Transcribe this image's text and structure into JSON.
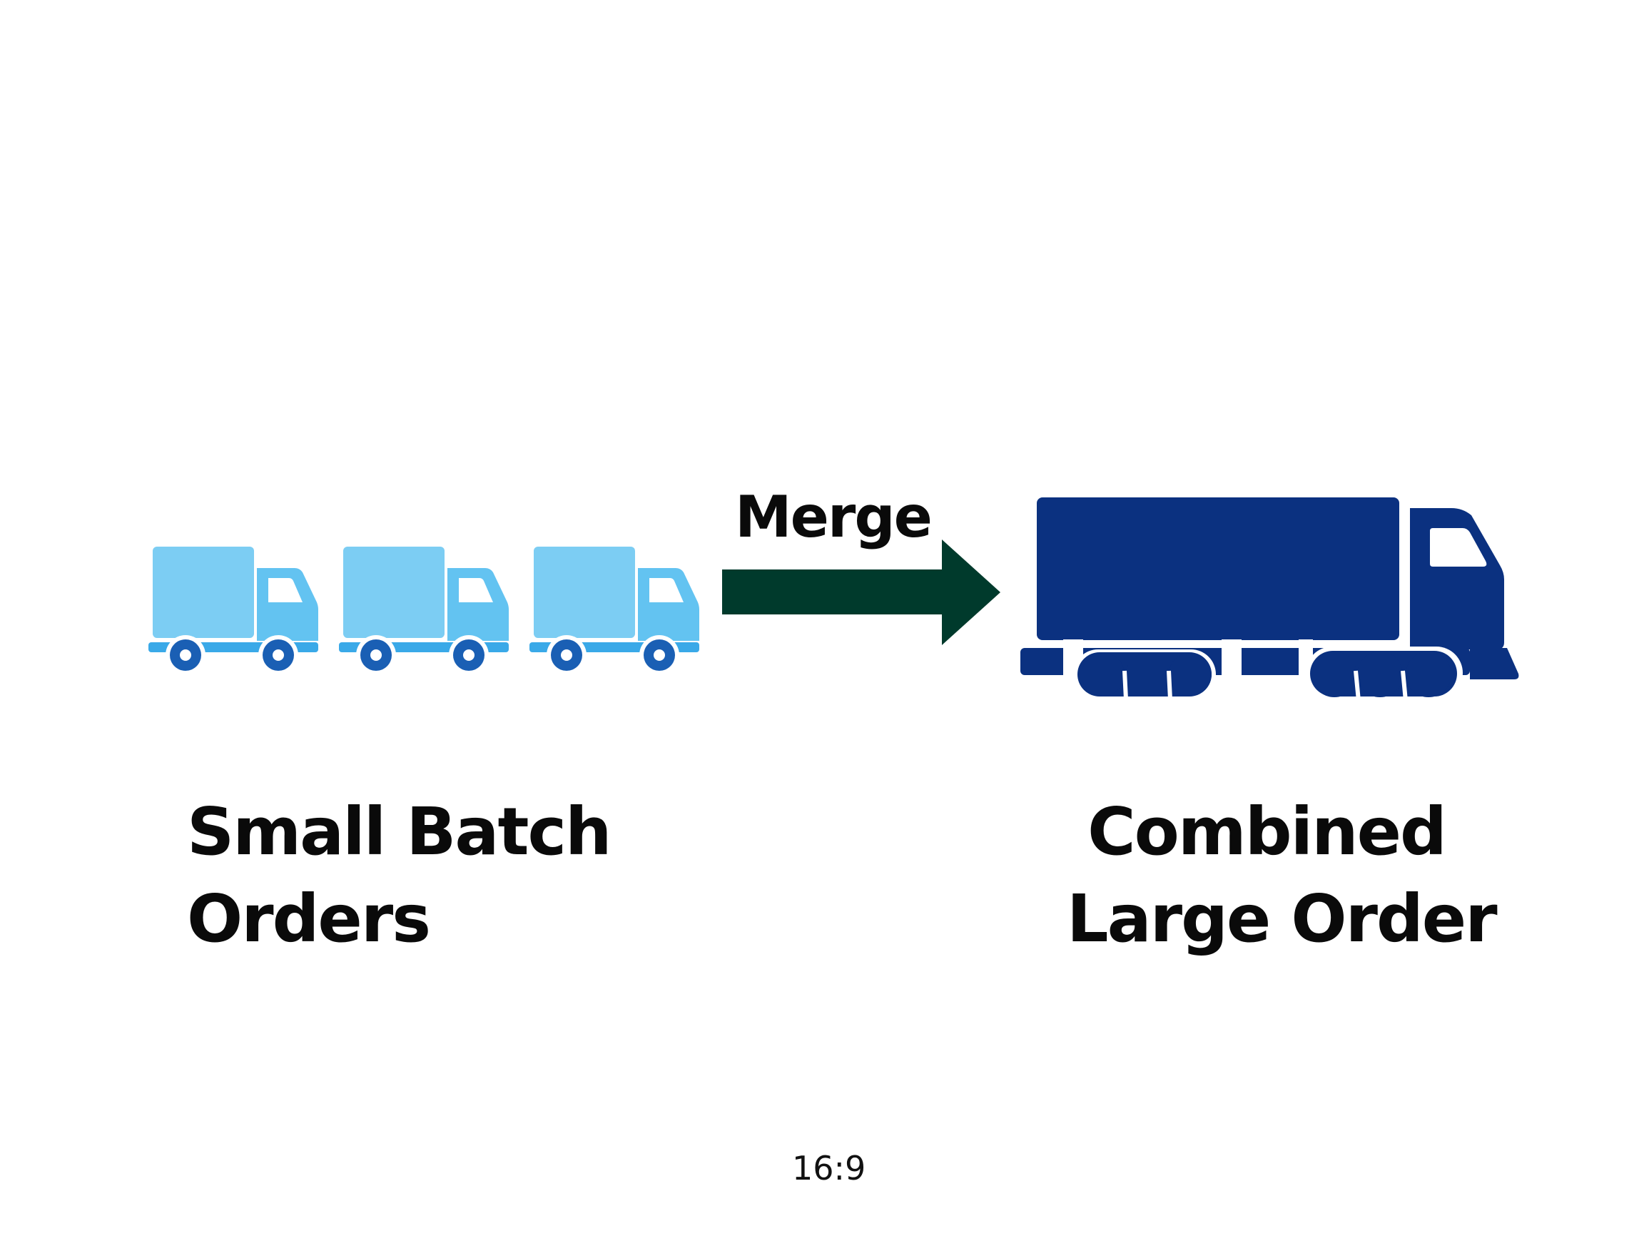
{
  "diagram": {
    "source": {
      "label_line1": "Small Batch",
      "label_line2": "Orders",
      "icon": "small-truck-icon",
      "count": 3,
      "color": "#7ccdf3",
      "wheel_color": "#1a5fb4"
    },
    "arrow": {
      "label": "Merge",
      "icon": "right-arrow-icon",
      "color": "#003a2c"
    },
    "target": {
      "label_line1": "Combined",
      "label_line2": "Large Order",
      "icon": "semi-truck-icon",
      "color": "#0b3180"
    },
    "footer": {
      "aspect_ratio": "16:9"
    }
  }
}
